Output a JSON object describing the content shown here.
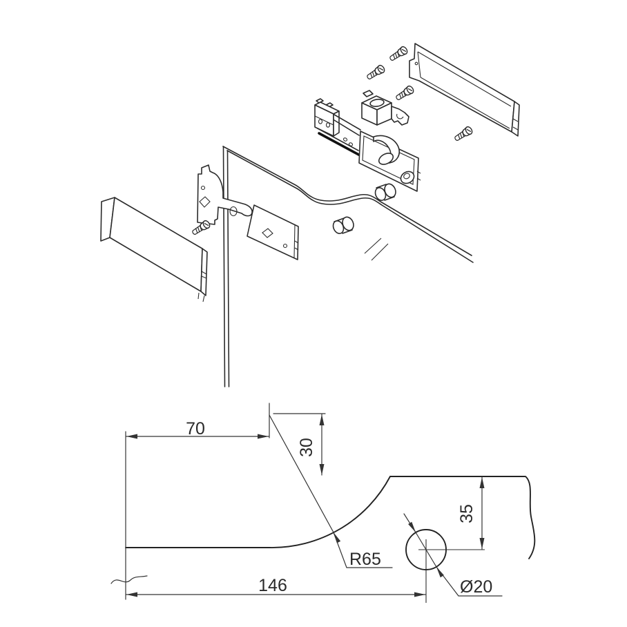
{
  "colors": {
    "background": "#ffffff",
    "part_line": "#2b2b2b",
    "dimension_line": "#333333",
    "text": "#2a2a2a"
  },
  "dimension_drawing": {
    "labels": {
      "width": "70",
      "step_height": "30",
      "hole_offset": "35",
      "radius": "R65",
      "length": "146",
      "diameter": "Ø20"
    }
  },
  "exploded_view": {
    "parts": [
      "cover-plate-right",
      "cover-plate-left",
      "glass-panel",
      "lock-body",
      "keeper-block",
      "keeper-plate-left",
      "backing-plate",
      "bushing-upper",
      "bushing-lower",
      "screws"
    ]
  }
}
